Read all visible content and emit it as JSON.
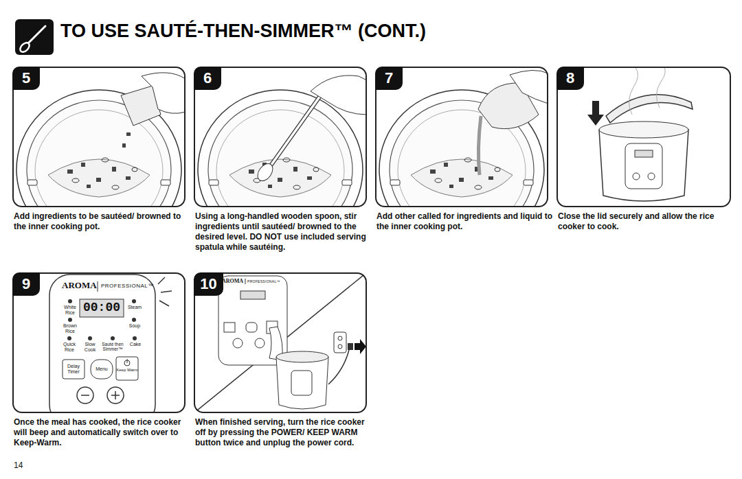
{
  "diagram": {
    "title": "TO USE SAUTÉ-THEN-SIMMER™ (CONT.)",
    "nodes": [
      {
        "text": [
          "Add ingredients to be sautéed/ browned to the inner cooking pot."
        ]
      },
      {
        "text": [
          "5"
        ],
        "in": 0
      },
      {
        "text": [
          "Using a long-handled wooden spoon, stir ingredients until sautéed/ browned to the desired level. DO NOT use included serving spatula while sautéing."
        ]
      },
      {
        "text": [
          "6"
        ],
        "in": 2
      },
      {
        "text": [
          "Add other called for ingredients and liquid to the inner cooking pot."
        ]
      },
      {
        "text": [
          "7"
        ],
        "in": 4
      },
      {
        "text": [
          "Close the lid securely and allow the rice cooker to cook."
        ]
      },
      {
        "text": [
          "8"
        ],
        "in": 6
      },
      {
        "text": [
          "Once the meal has cooked, the rice cooker will beep and automatically switch over to Keep-Warm."
        ]
      },
      {
        "text": [
          "9"
        ],
        "in": 8
      },
      {
        "text": [
          "When finished serving, turn the rice cooker off by pressing the POWER/ KEEP WARM button twice and unplug the power cord."
        ]
      },
      {
        "text": [
          "10"
        ],
        "in": 10
      }
    ],
    "labels": [
      "AROMA",
      "PROFESSIONAL™",
      "00:00",
      "White Rice",
      "Steam",
      "Brown Rice",
      "Soup",
      "Quick Rice",
      "Slow Cook",
      "Sauté then Simmer™",
      "Cake",
      "Delay Timer",
      "Menu",
      "Keep Warm",
      "AROMA",
      "PROFESSIONAL™",
      "14"
    ]
  }
}
